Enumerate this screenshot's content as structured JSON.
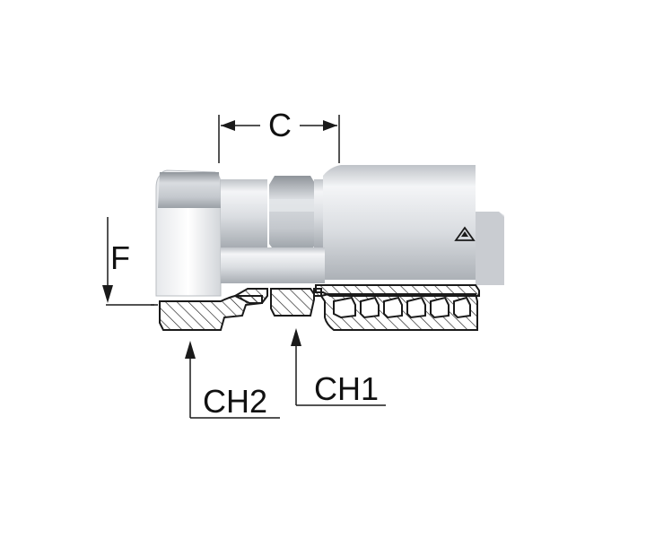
{
  "labels": {
    "c": "C",
    "f": "F",
    "ch1": "CH1",
    "ch2": "CH2"
  },
  "colors": {
    "metal_light": "#f2f3f5",
    "metal_mid": "#cfd2d6",
    "metal_dark": "#9ea3a9",
    "line": "#1a1a1a",
    "hatch": "#1a1a1a",
    "background": "#ffffff"
  },
  "icons": {
    "logo": "triangle-logo-icon",
    "arrow": "arrowhead-icon"
  }
}
